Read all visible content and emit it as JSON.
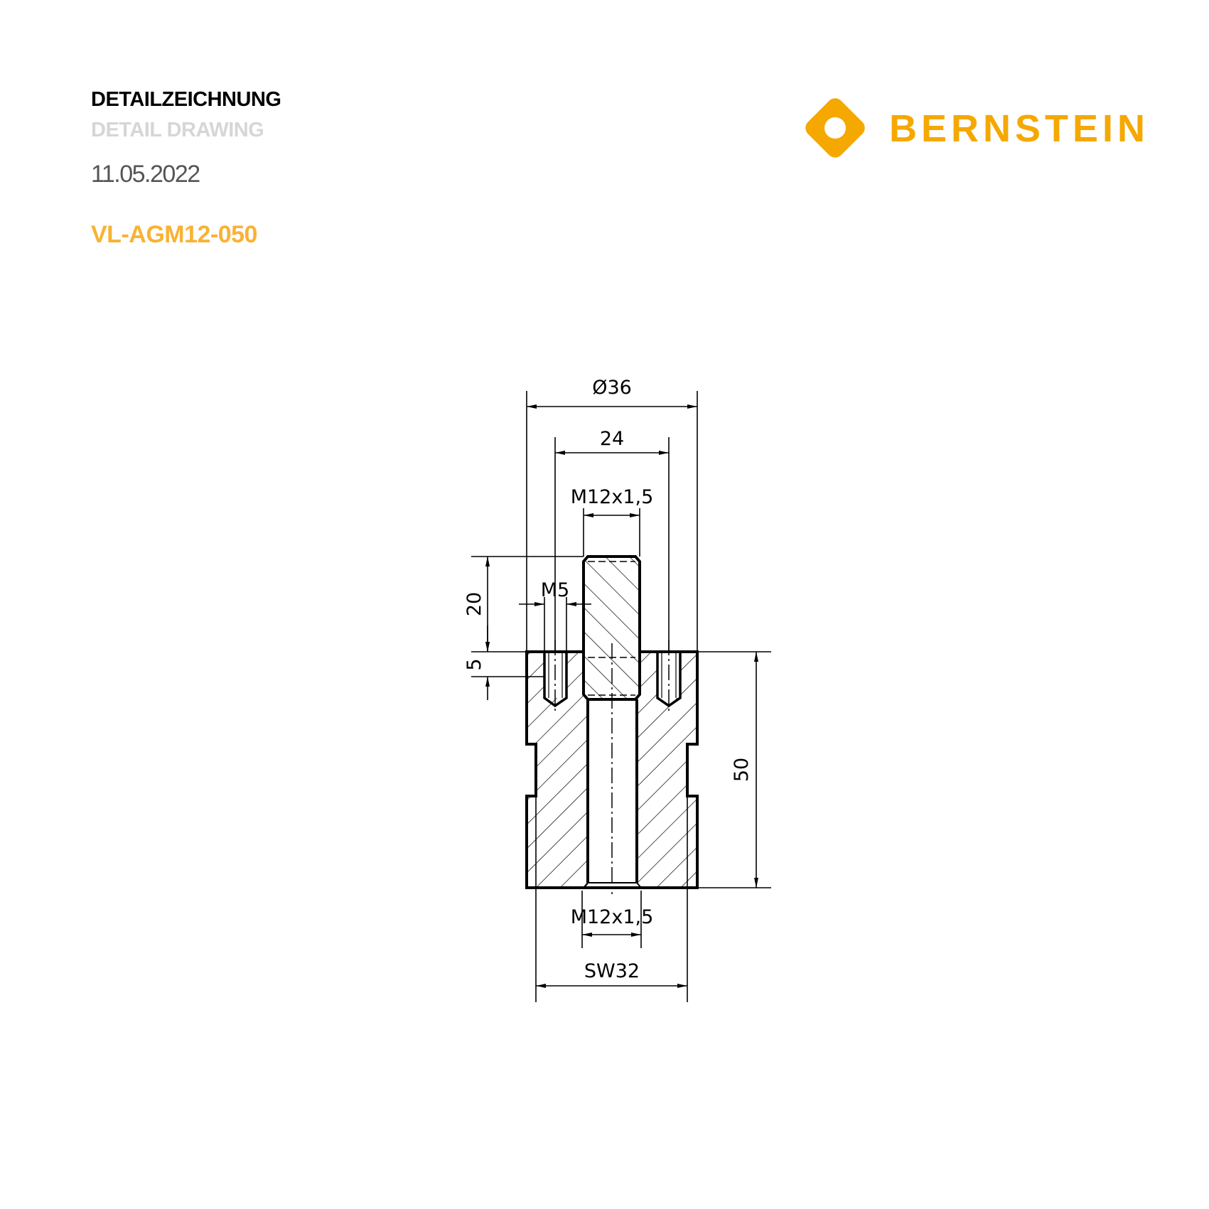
{
  "header": {
    "title_de": "DETAILZEICHNUNG",
    "title_en": "DETAIL DRAWING",
    "date": "11.05.2022",
    "part_number": "VL-AGM12-050"
  },
  "logo": {
    "brand": "BERNSTEIN",
    "color": "#f5a800"
  },
  "drawing": {
    "dimensions": {
      "outer_diameter": "Ø36",
      "hole_circle": "24",
      "top_thread": "M12x1,5",
      "stud_length": "20",
      "m5_thread": "M5",
      "m5_depth": "5",
      "height": "50",
      "bottom_thread": "M12x1,5",
      "wrench_size": "SW32"
    }
  }
}
